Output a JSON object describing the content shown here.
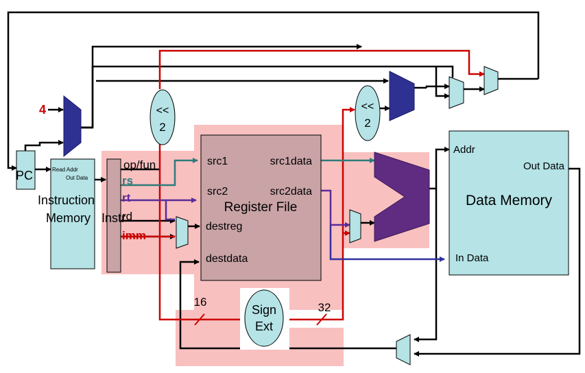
{
  "pc": "PC",
  "adder_const": "4",
  "instruction_memory": {
    "read_addr": "Read Addr",
    "out_data": "Out Data",
    "title_line1": "Instruction",
    "title_line2": "Memory"
  },
  "instr_label": "Instr",
  "fields": {
    "opfun": "op/fun",
    "rs": "rs",
    "rt": "rt",
    "rd": "rd",
    "imm": "imm"
  },
  "register_file": {
    "title": "Register File",
    "src1": "src1",
    "src2": "src2",
    "destreg": "destreg",
    "destdata": "destdata",
    "src1data": "src1data",
    "src2data": "src2data"
  },
  "shift_left": {
    "op": "<<",
    "amount": "2"
  },
  "sign_ext": {
    "line1": "Sign",
    "line2": "Ext"
  },
  "widths": {
    "in": "16",
    "out": "32"
  },
  "data_memory": {
    "title": "Data Memory",
    "addr": "Addr",
    "out_data": "Out Data",
    "in_data": "In Data"
  },
  "colors": {
    "highlight": "#f9c0c0",
    "block_fill": "#b5e3e6",
    "register_file": "#c9a3a6",
    "adder": "#2e3192",
    "alu": "#5f2c82",
    "teal_wire": "#2e7b7b",
    "purple_wire": "#5b2c99",
    "red_wire": "#cc0000",
    "field_red": "#cc0000"
  }
}
